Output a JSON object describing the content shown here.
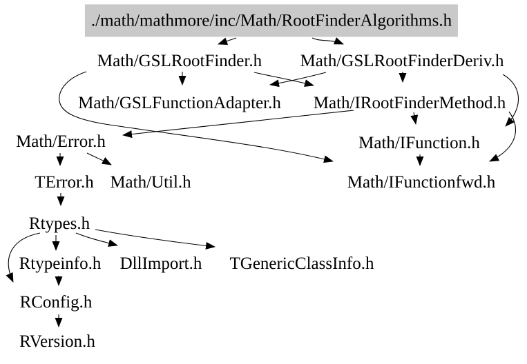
{
  "diagram": {
    "kind": "include-dependency-graph",
    "highlight_color": "#c9c9c9",
    "edge_color": "#000000",
    "root": {
      "id": "rootfinderalgorithms",
      "label": "./math/mathmore/inc/Math/RootFinderAlgorithms.h"
    },
    "nodes": [
      {
        "id": "gslrootfinder",
        "label": "Math/GSLRootFinder.h"
      },
      {
        "id": "gslrootfinderderiv",
        "label": "Math/GSLRootFinderDeriv.h"
      },
      {
        "id": "gslfunctionadapter",
        "label": "Math/GSLFunctionAdapter.h"
      },
      {
        "id": "irootfindermethod",
        "label": "Math/IRootFinderMethod.h"
      },
      {
        "id": "error",
        "label": "Math/Error.h"
      },
      {
        "id": "ifunction",
        "label": "Math/IFunction.h"
      },
      {
        "id": "terror",
        "label": "TError.h"
      },
      {
        "id": "util",
        "label": "Math/Util.h"
      },
      {
        "id": "ifunctionfwd",
        "label": "Math/IFunctionfwd.h"
      },
      {
        "id": "rtypes",
        "label": "Rtypes.h"
      },
      {
        "id": "rtypeinfo",
        "label": "Rtypeinfo.h"
      },
      {
        "id": "dllimport",
        "label": "DllImport.h"
      },
      {
        "id": "tgenericclassinfo",
        "label": "TGenericClassInfo.h"
      },
      {
        "id": "rconfig",
        "label": "RConfig.h"
      },
      {
        "id": "rversion",
        "label": "RVersion.h"
      }
    ],
    "edges": [
      {
        "from": "rootfinderalgorithms",
        "to": "gslrootfinder"
      },
      {
        "from": "rootfinderalgorithms",
        "to": "gslrootfinderderiv"
      },
      {
        "from": "gslrootfinder",
        "to": "gslfunctionadapter"
      },
      {
        "from": "gslrootfinder",
        "to": "irootfindermethod"
      },
      {
        "from": "gslrootfinder",
        "to": "ifunctionfwd"
      },
      {
        "from": "gslrootfinderderiv",
        "to": "gslfunctionadapter"
      },
      {
        "from": "gslrootfinderderiv",
        "to": "irootfindermethod"
      },
      {
        "from": "gslrootfinderderiv",
        "to": "ifunction"
      },
      {
        "from": "irootfindermethod",
        "to": "error"
      },
      {
        "from": "irootfindermethod",
        "to": "ifunction"
      },
      {
        "from": "irootfindermethod",
        "to": "ifunctionfwd"
      },
      {
        "from": "ifunction",
        "to": "ifunctionfwd"
      },
      {
        "from": "error",
        "to": "terror"
      },
      {
        "from": "error",
        "to": "util"
      },
      {
        "from": "terror",
        "to": "rtypes"
      },
      {
        "from": "rtypes",
        "to": "rtypeinfo"
      },
      {
        "from": "rtypes",
        "to": "dllimport"
      },
      {
        "from": "rtypes",
        "to": "tgenericclassinfo"
      },
      {
        "from": "rtypes",
        "to": "rconfig"
      },
      {
        "from": "rtypeinfo",
        "to": "rconfig"
      },
      {
        "from": "rconfig",
        "to": "rversion"
      }
    ]
  }
}
